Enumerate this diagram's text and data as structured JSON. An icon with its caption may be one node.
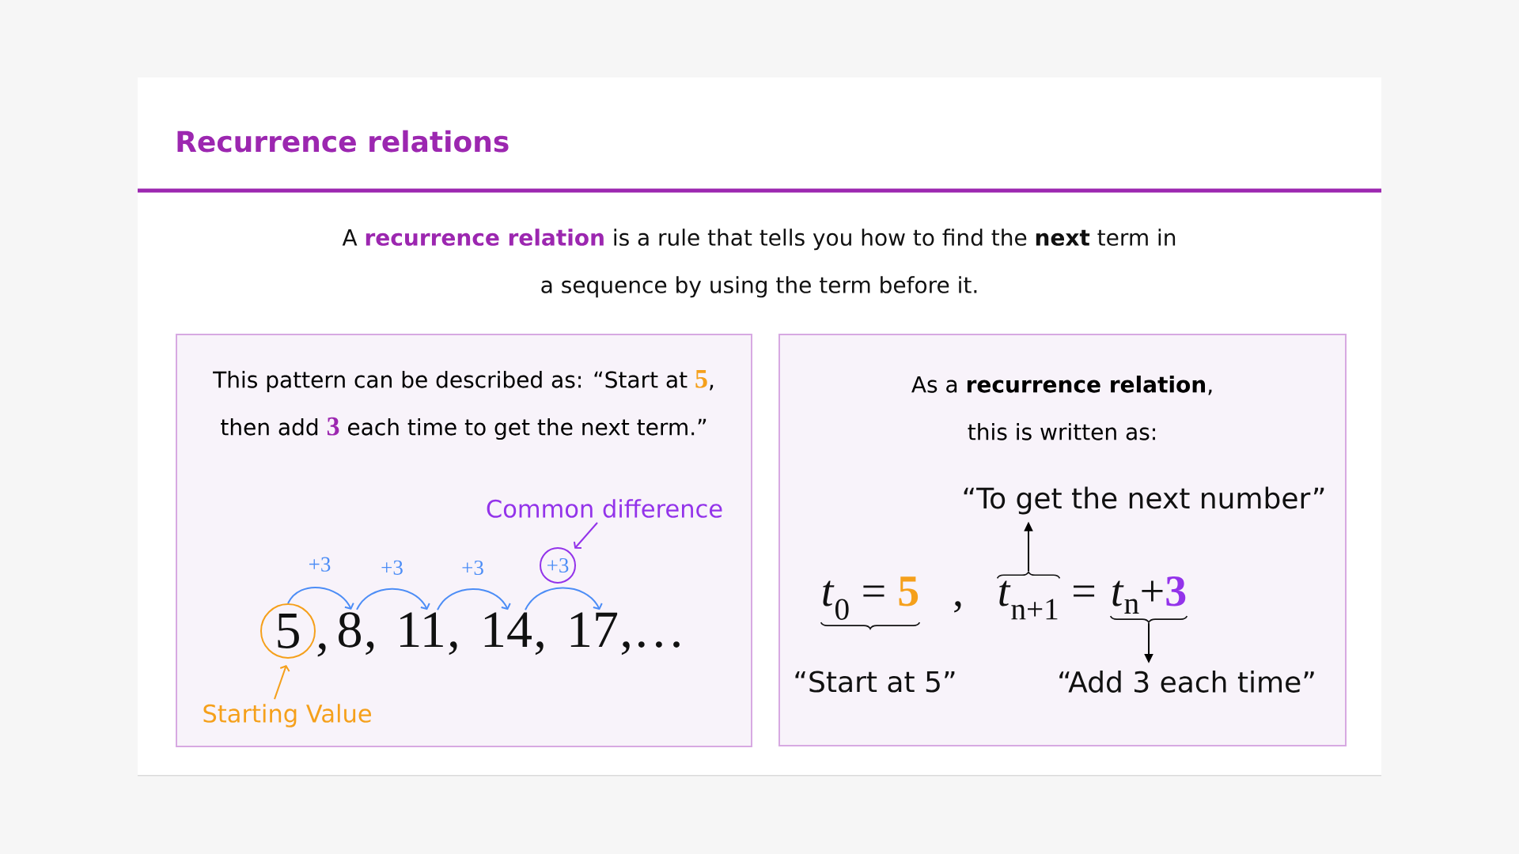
{
  "diagram": {
    "title": "Recurrence relations",
    "nodes": [
      {
        "text": [
          "This pattern can be described as: “Start at **5**, then add **3** each time to get the next term.”"
        ]
      },
      {
        "text": [
          "Common difference"
        ],
        "in": 0
      },
      {
        "text": [
          "+3"
        ],
        "in": 0
      },
      {
        "text": [
          "5"
        ],
        "beside": [
          ","
        ],
        "in": 0
      },
      {
        "text": [
          "8"
        ],
        "beside": [
          ","
        ],
        "in": 0
      },
      {
        "text": [
          "11"
        ],
        "beside": [
          ","
        ],
        "in": 0
      },
      {
        "text": [
          "14"
        ],
        "beside": [
          ","
        ],
        "in": 0
      },
      {
        "text": [
          "17"
        ],
        "beside": [
          ",…"
        ],
        "in": 0
      },
      {
        "text": [
          "Starting Value"
        ],
        "in": 0
      },
      {
        "text": [
          "As a **recurrence relation**, this is written as:"
        ]
      },
      {
        "text": [
          "“To get the next number”"
        ],
        "in": 9
      },
      {
        "text": [
          "*t*$_{0}$ = **5**"
        ],
        "beside": [
          "“Start at 5”"
        ],
        "in": 9
      },
      {
        "text": [
          "*t*$_{n+1}$"
        ],
        "in": 9
      },
      {
        "text": [
          "*t*$_{n}$+**3**"
        ],
        "in": 9
      },
      {
        "text": [
          "“Add 3 each time”"
        ],
        "in": 9
      }
    ],
    "edges": [
      {
        "from": 3,
        "to": 4,
        "arrow": "to",
        "label": "+3"
      },
      {
        "from": 4,
        "to": 5,
        "arrow": "to",
        "label": "+3"
      },
      {
        "from": 5,
        "to": 6,
        "arrow": "to",
        "label": "+3"
      },
      {
        "from": 6,
        "to": 7,
        "arrow": "to"
      },
      {
        "from": 1,
        "to": 2,
        "arrow": "to",
        "color": "#9333ea"
      },
      {
        "from": 8,
        "to": 3,
        "arrow": "to",
        "color": "#f5a01b"
      },
      {
        "from": 12,
        "to": 10,
        "arrow": "to",
        "color": "#000000"
      },
      {
        "from": 13,
        "to": 14,
        "arrow": "to",
        "color": "#000000"
      }
    ],
    "labels": [
      "A **recurrence relation** is a rule that tells you how to find the **next** term in a sequence by using the term before it.",
      ",",
      "="
    ]
  }
}
